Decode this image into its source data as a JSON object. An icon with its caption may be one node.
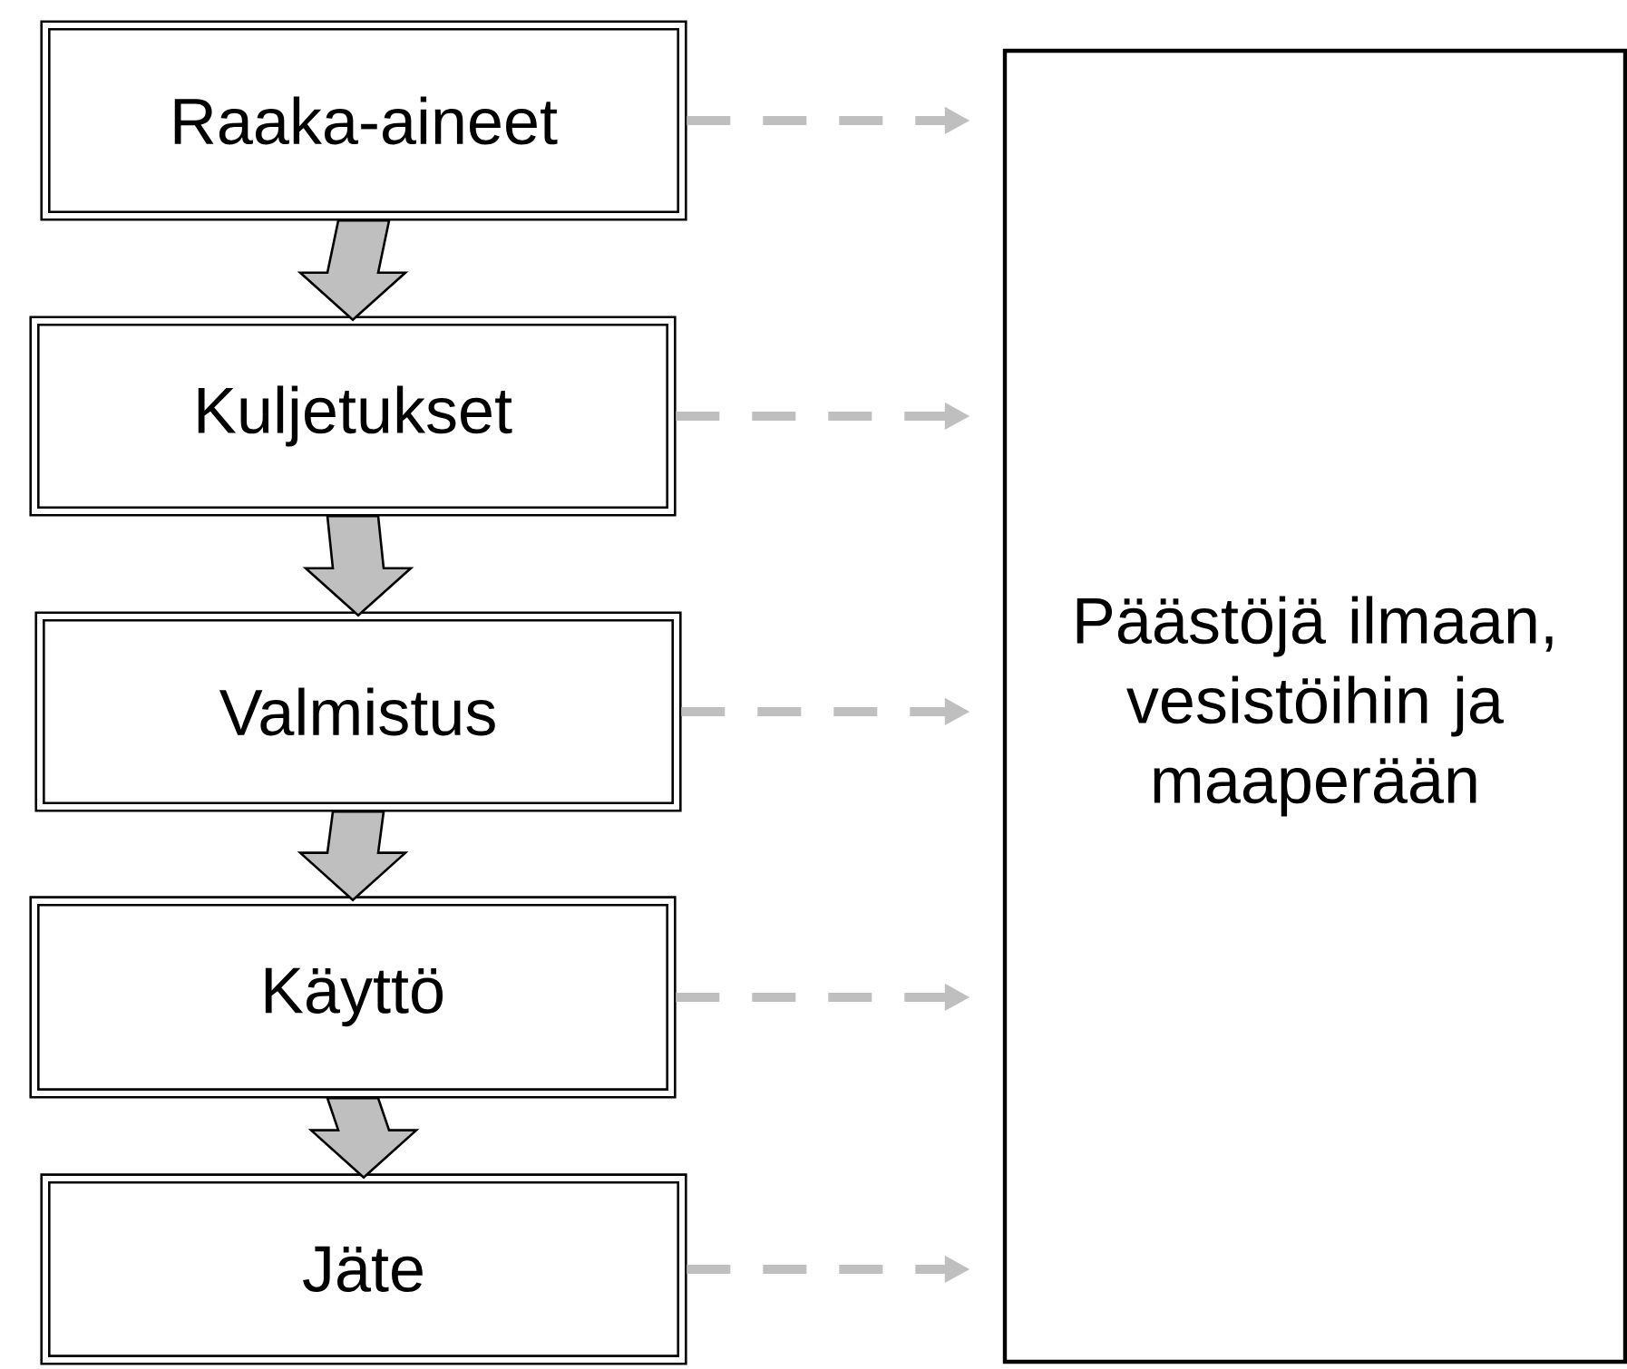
{
  "diagram": {
    "nodes": [
      {
        "text": [
          "Raaka-aineet"
        ]
      },
      {
        "text": [
          "Kuljetukset"
        ]
      },
      {
        "text": [
          "Valmistus"
        ]
      },
      {
        "text": [
          "Käyttö"
        ]
      },
      {
        "text": [
          "Jäte"
        ]
      },
      {
        "text": [
          "Päästöjä ilmaan, vesistöihin ja maaperään"
        ]
      }
    ],
    "edges": [
      {
        "from": 0,
        "to": 1,
        "arrow": "to"
      },
      {
        "from": 1,
        "to": 2,
        "arrow": "to"
      },
      {
        "from": 2,
        "to": 3,
        "arrow": "to"
      },
      {
        "from": 3,
        "to": 4,
        "arrow": "to"
      },
      {
        "from": 0,
        "to": 5,
        "arrow": "to",
        "style": "dashed",
        "color": "#bfbfbf"
      },
      {
        "from": 1,
        "to": 5,
        "arrow": "to",
        "style": "dashed",
        "color": "#bfbfbf"
      },
      {
        "from": 2,
        "to": 5,
        "arrow": "to",
        "style": "dashed",
        "color": "#bfbfbf"
      },
      {
        "from": 3,
        "to": 5,
        "arrow": "to",
        "style": "dashed",
        "color": "#bfbfbf"
      },
      {
        "from": 4,
        "to": 5,
        "arrow": "to",
        "style": "dashed",
        "color": "#bfbfbf"
      }
    ]
  }
}
